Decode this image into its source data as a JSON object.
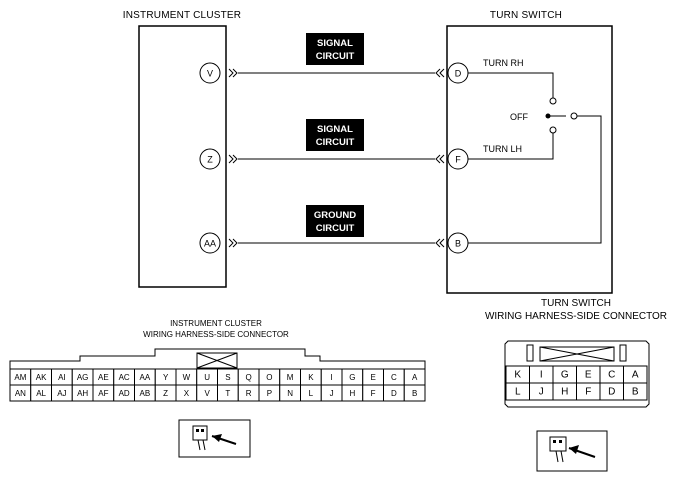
{
  "instrument_cluster": {
    "title": "INSTRUMENT CLUSTER",
    "pins": [
      "V",
      "Z",
      "AA"
    ]
  },
  "turn_switch": {
    "title": "TURN SWITCH",
    "pins": [
      "D",
      "F",
      "B"
    ],
    "turn_rh": "TURN RH",
    "turn_lh": "TURN LH",
    "off": "OFF"
  },
  "circuits": [
    {
      "line1": "SIGNAL",
      "line2": "CIRCUIT"
    },
    {
      "line1": "SIGNAL",
      "line2": "CIRCUIT"
    },
    {
      "line1": "GROUND",
      "line2": "CIRCUIT"
    }
  ],
  "cluster_connector": {
    "title_line1": "INSTRUMENT CLUSTER",
    "title_line2": "WIRING HARNESS-SIDE CONNECTOR",
    "row1": [
      "AM",
      "AK",
      "AI",
      "AG",
      "AE",
      "AC",
      "AA",
      "Y",
      "W",
      "U",
      "S",
      "Q",
      "O",
      "M",
      "K",
      "I",
      "G",
      "E",
      "C",
      "A"
    ],
    "row2": [
      "AN",
      "AL",
      "AJ",
      "AH",
      "AF",
      "AD",
      "AB",
      "Z",
      "X",
      "V",
      "T",
      "R",
      "P",
      "N",
      "L",
      "J",
      "H",
      "F",
      "D",
      "B"
    ]
  },
  "switch_connector": {
    "title_line1": "TURN SWITCH",
    "title_line2": "WIRING HARNESS-SIDE CONNECTOR",
    "row1": [
      "K",
      "I",
      "G",
      "E",
      "C",
      "A"
    ],
    "row2": [
      "L",
      "J",
      "H",
      "F",
      "D",
      "B"
    ]
  }
}
